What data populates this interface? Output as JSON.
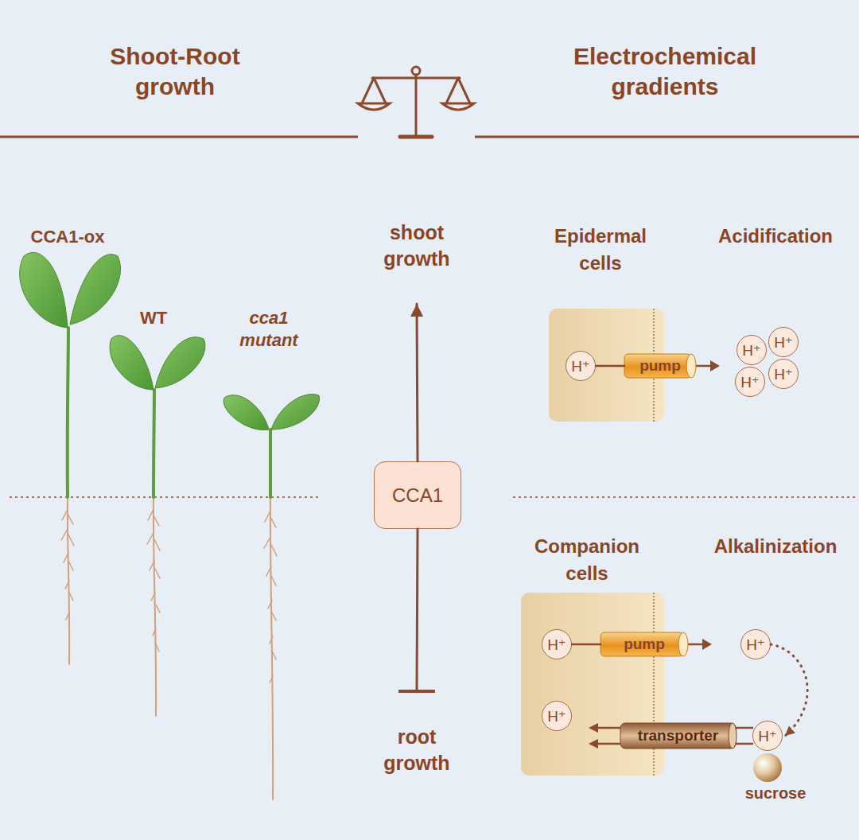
{
  "diagram": {
    "nodes": [
      {
        "text": [
          "shoot growth"
        ]
      },
      {
        "text": [
          "CCA1"
        ]
      },
      {
        "text": [
          "root growth"
        ]
      },
      {
        "text": [
          "Epidermal cells"
        ]
      },
      {
        "text": [
          "H⁺"
        ],
        "in": 3
      },
      {
        "text": [
          "pump"
        ],
        "in": 3
      },
      {
        "text": [
          "H⁺"
        ]
      },
      {
        "text": [
          "H⁺"
        ]
      },
      {
        "text": [
          "H⁺"
        ]
      },
      {
        "text": [
          "H⁺"
        ]
      },
      {
        "text": [
          "Companion cells"
        ]
      },
      {
        "text": [
          "H⁺"
        ],
        "in": 10
      },
      {
        "text": [
          "pump"
        ],
        "in": 10
      },
      {
        "text": [
          "H⁺"
        ]
      },
      {
        "text": [
          "H⁺"
        ],
        "in": 10
      },
      {
        "text": [
          "transporter"
        ],
        "in": 10
      },
      {
        "text": [
          "H⁺"
        ]
      }
    ],
    "edges": [
      {
        "from": 1,
        "to": 0,
        "arrow": "to"
      },
      {
        "from": 1,
        "to": 2,
        "arrow": "to"
      },
      {
        "from": 4,
        "to": 5,
        "arrow": "none"
      },
      {
        "from": 11,
        "to": 12,
        "arrow": "none"
      },
      {
        "from": 13,
        "to": 16,
        "arrow": "to"
      }
    ],
    "labels": [
      "Shoot-Root growth",
      "Electrochemical gradients",
      "CCA1-ox",
      "WT",
      "cca1 mutant",
      "Acidification",
      "Alkalinization",
      "sucrose"
    ]
  }
}
